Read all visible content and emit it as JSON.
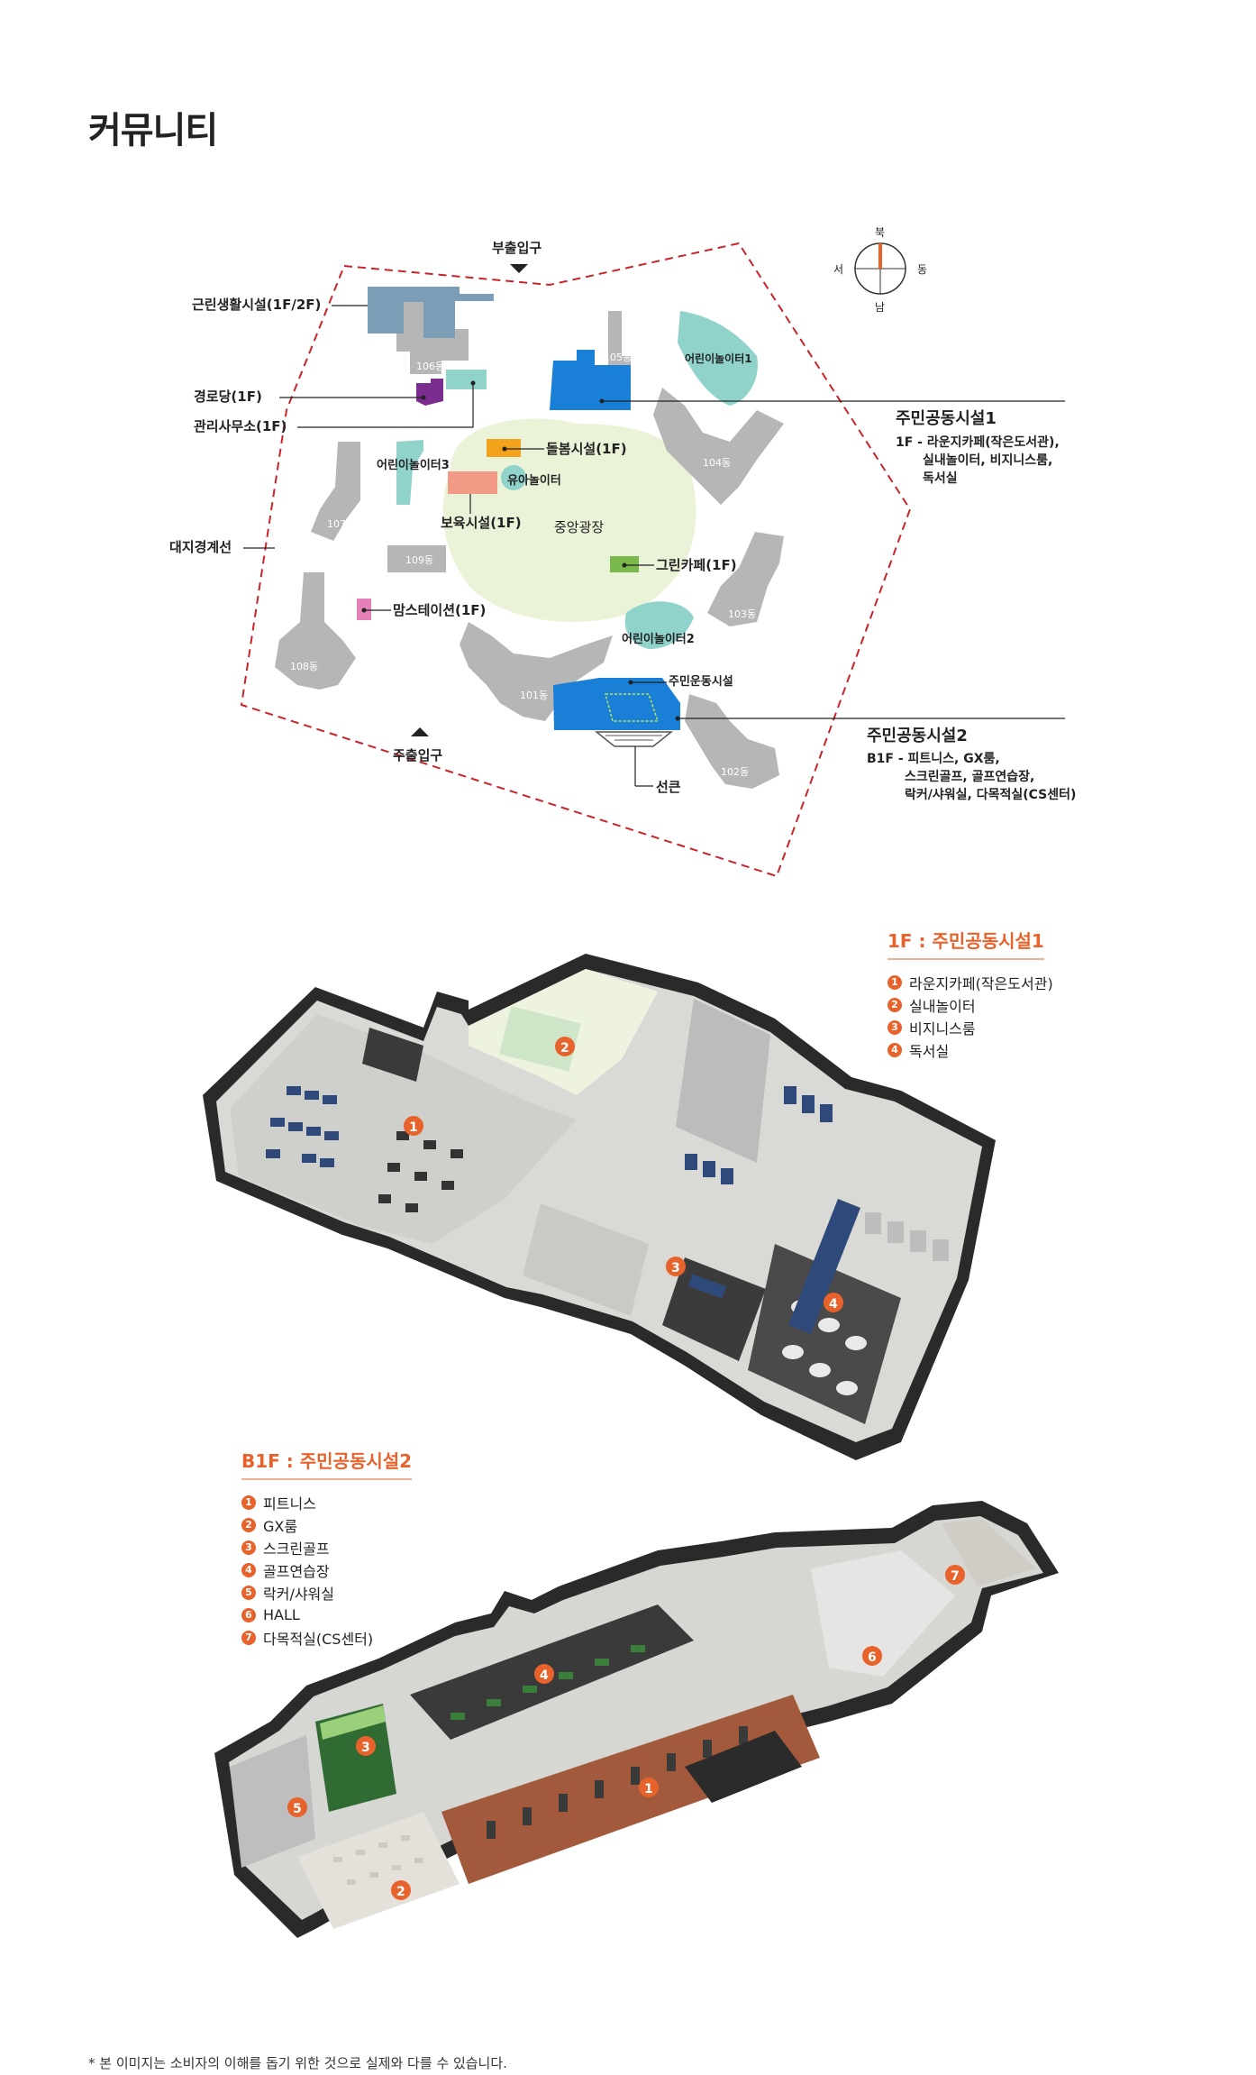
{
  "page": {
    "title": "커뮤니티",
    "disclaimer": "* 본 이미지는 소비자의 이해를 돕기 위한 것으로 실제와 다를 수 있습니다."
  },
  "site_map": {
    "compass": {
      "north": "북",
      "south": "남",
      "east": "동",
      "west": "서"
    },
    "entrances": {
      "sub": "부출입구",
      "main": "주출입구"
    },
    "labels": {
      "retail": "근린생활시설(1F/2F)",
      "senior": "경로당(1F)",
      "office": "관리사무소(1F)",
      "boundary": "대지경계선",
      "playground1": "어린이놀이터1",
      "playground2": "어린이놀이터2",
      "playground3": "어린이놀이터3",
      "care": "돌봄시설(1F)",
      "toddler": "유아놀이터",
      "nursery": "보육시설(1F)",
      "plaza": "중앙광장",
      "green_cafe": "그린카페(1F)",
      "moms": "맘스테이션(1F)",
      "sports": "주민운동시설",
      "sunken": "선큰"
    },
    "buildings": [
      "101동",
      "102동",
      "103동",
      "104동",
      "105동",
      "106동",
      "107동",
      "108동",
      "109동"
    ],
    "facility1": {
      "title": "주민공동시설1",
      "lines": [
        "1F - 라운지카페(작은도서관),",
        "실내놀이터, 비지니스룸,",
        "독서실"
      ]
    },
    "facility2": {
      "title": "주민공동시설2",
      "lines": [
        "B1F - 피트니스, GX룸,",
        "스크린골프, 골프연습장,",
        "락커/샤워실, 다목적실(CS센터)"
      ]
    },
    "colors": {
      "boundary": "#c8242b",
      "building": "#b6b6b6",
      "retail": "#7b9db6",
      "senior": "#7b2c8f",
      "teal": "#8fd3cb",
      "orange": "#f2a21b",
      "salmon": "#f39a87",
      "green": "#79b84a",
      "pink": "#e47fb7",
      "blue": "#1a7fd6",
      "plaza": "#eaf3d8"
    }
  },
  "floor1": {
    "title": "1F : 주민공동시설1",
    "items": [
      {
        "num": "1",
        "label": "라운지카페(작은도서관)"
      },
      {
        "num": "2",
        "label": "실내놀이터"
      },
      {
        "num": "3",
        "label": "비지니스룸"
      },
      {
        "num": "4",
        "label": "독서실"
      }
    ]
  },
  "floorB1": {
    "title": "B1F : 주민공동시설2",
    "items": [
      {
        "num": "1",
        "label": "피트니스"
      },
      {
        "num": "2",
        "label": "GX룸"
      },
      {
        "num": "3",
        "label": "스크린골프"
      },
      {
        "num": "4",
        "label": "골프연습장"
      },
      {
        "num": "5",
        "label": "락커/샤워실"
      },
      {
        "num": "6",
        "label": "HALL"
      },
      {
        "num": "7",
        "label": "다목적실(CS센터)"
      }
    ]
  },
  "accent_color": "#e8622c"
}
